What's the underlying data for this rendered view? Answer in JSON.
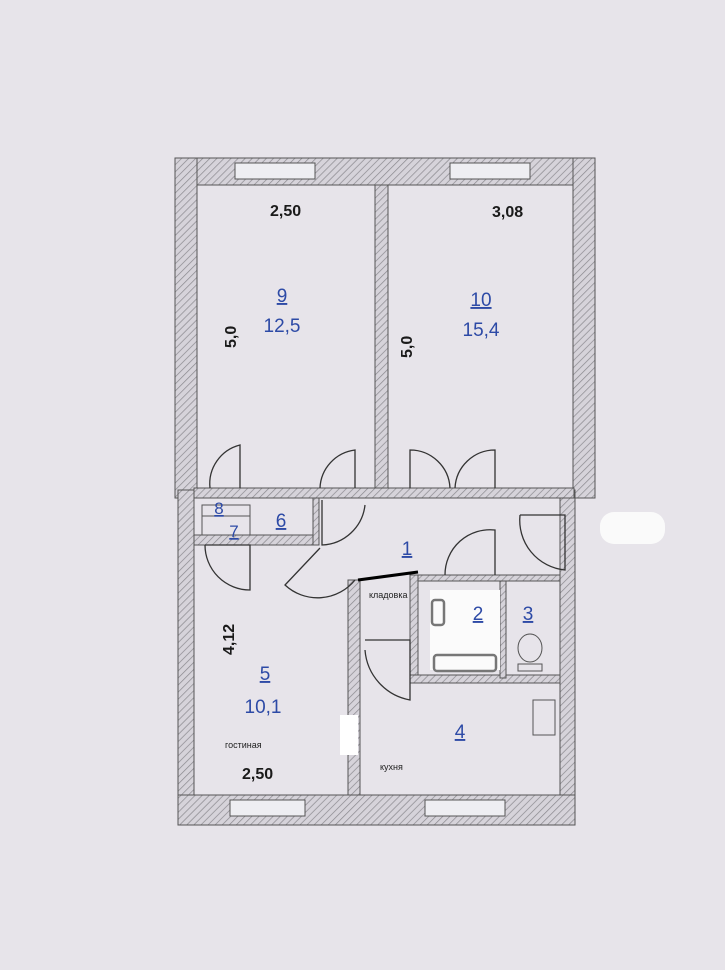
{
  "plan": {
    "rooms": [
      {
        "number": "9",
        "area": "12,5",
        "width": "2,50",
        "length": "5,0"
      },
      {
        "number": "10",
        "area": "15,4",
        "width": "3,08",
        "length": "5,0"
      },
      {
        "number": "1"
      },
      {
        "number": "2"
      },
      {
        "number": "3"
      },
      {
        "number": "4",
        "name": "кухня"
      },
      {
        "number": "5",
        "area": "10,1",
        "name": "гостиная",
        "width": "2,50",
        "length": "4,12"
      },
      {
        "number": "6"
      },
      {
        "number": "7"
      },
      {
        "number": "8"
      }
    ],
    "storage_label": "кладовка",
    "colors": {
      "room_number": "#2d4aa6",
      "wall": "#9a9a9e",
      "background": "#e7e4ea"
    }
  }
}
